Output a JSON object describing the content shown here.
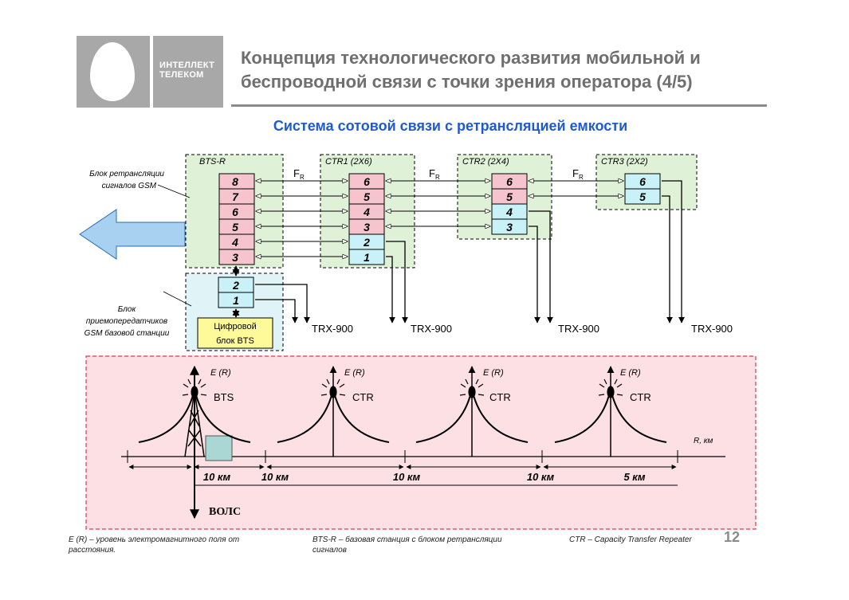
{
  "colors": {
    "title": "#6f6f6f",
    "subtitle": "#1f5bd0",
    "logo_bg": "#a8a8a8",
    "green_block": "#dff2d8",
    "cyan_block": "#e0f4f7",
    "pink_area": "#fde0e4",
    "red_border": "#d93a4a",
    "pink_cell": "#f6c4cc",
    "cyan_cell": "#c9f2f8",
    "yellow_block": "#fffa99",
    "big_arrow": "#a8d0f0"
  },
  "logo": {
    "line1": "ИНТЕЛЛЕКТ",
    "line2": "ТЕЛЕКОМ"
  },
  "header": {
    "title_line1": "Концепция технологического развития мобильной и",
    "title_line2": "беспроводной связи с точки зрения оператора (4/5)"
  },
  "subtitle": "Система сотовой связи с ретрансляцией емкости",
  "blocks": {
    "bts_r": {
      "label": "BTS-R",
      "cells": [
        "8",
        "7",
        "6",
        "5",
        "4",
        "3"
      ]
    },
    "ctr1": {
      "label": "CTR1 (2X6)",
      "cells": [
        "6",
        "5",
        "4",
        "3",
        "2",
        "1"
      ]
    },
    "ctr2": {
      "label": "CTR2 (2X4)",
      "cells": [
        "6",
        "5",
        "4",
        "3"
      ]
    },
    "ctr3": {
      "label": "CTR3 (2X2)",
      "cells": [
        "6",
        "5"
      ]
    },
    "transceiver": {
      "cells": [
        "2",
        "1"
      ]
    },
    "digital": {
      "line1": "Цифровой",
      "line2": "блок BTS"
    }
  },
  "fr": {
    "main": "F",
    "sub": "R"
  },
  "side_labels": {
    "relay": {
      "line1": "Блок ретрансляции",
      "line2": "сигналов GSM"
    },
    "transceiver": {
      "line1": "Блок",
      "line2": "приемопередатчиков",
      "line3": "GSM базовой станции"
    }
  },
  "trx": [
    "TRX-900",
    "TRX-900",
    "TRX-900",
    "TRX-900"
  ],
  "field": {
    "er": "E (R)",
    "stations": [
      "BTS",
      "CTR",
      "CTR",
      "CTR"
    ],
    "axis_label": "R, км",
    "distances": [
      "10 км",
      "10 км",
      "10 км",
      "10 км",
      "5 км"
    ],
    "fiber": "ВОЛС"
  },
  "footnotes": {
    "er_line1": "E (R) – уровень электромагнитного поля от",
    "er_line2": "расстояния.",
    "bts_line1": "BTS-R – базовая станция с блоком ретрансляции",
    "bts_line2": "сигналов",
    "ctr": "CTR – Capacity Transfer Repeater"
  },
  "page_number": "12"
}
